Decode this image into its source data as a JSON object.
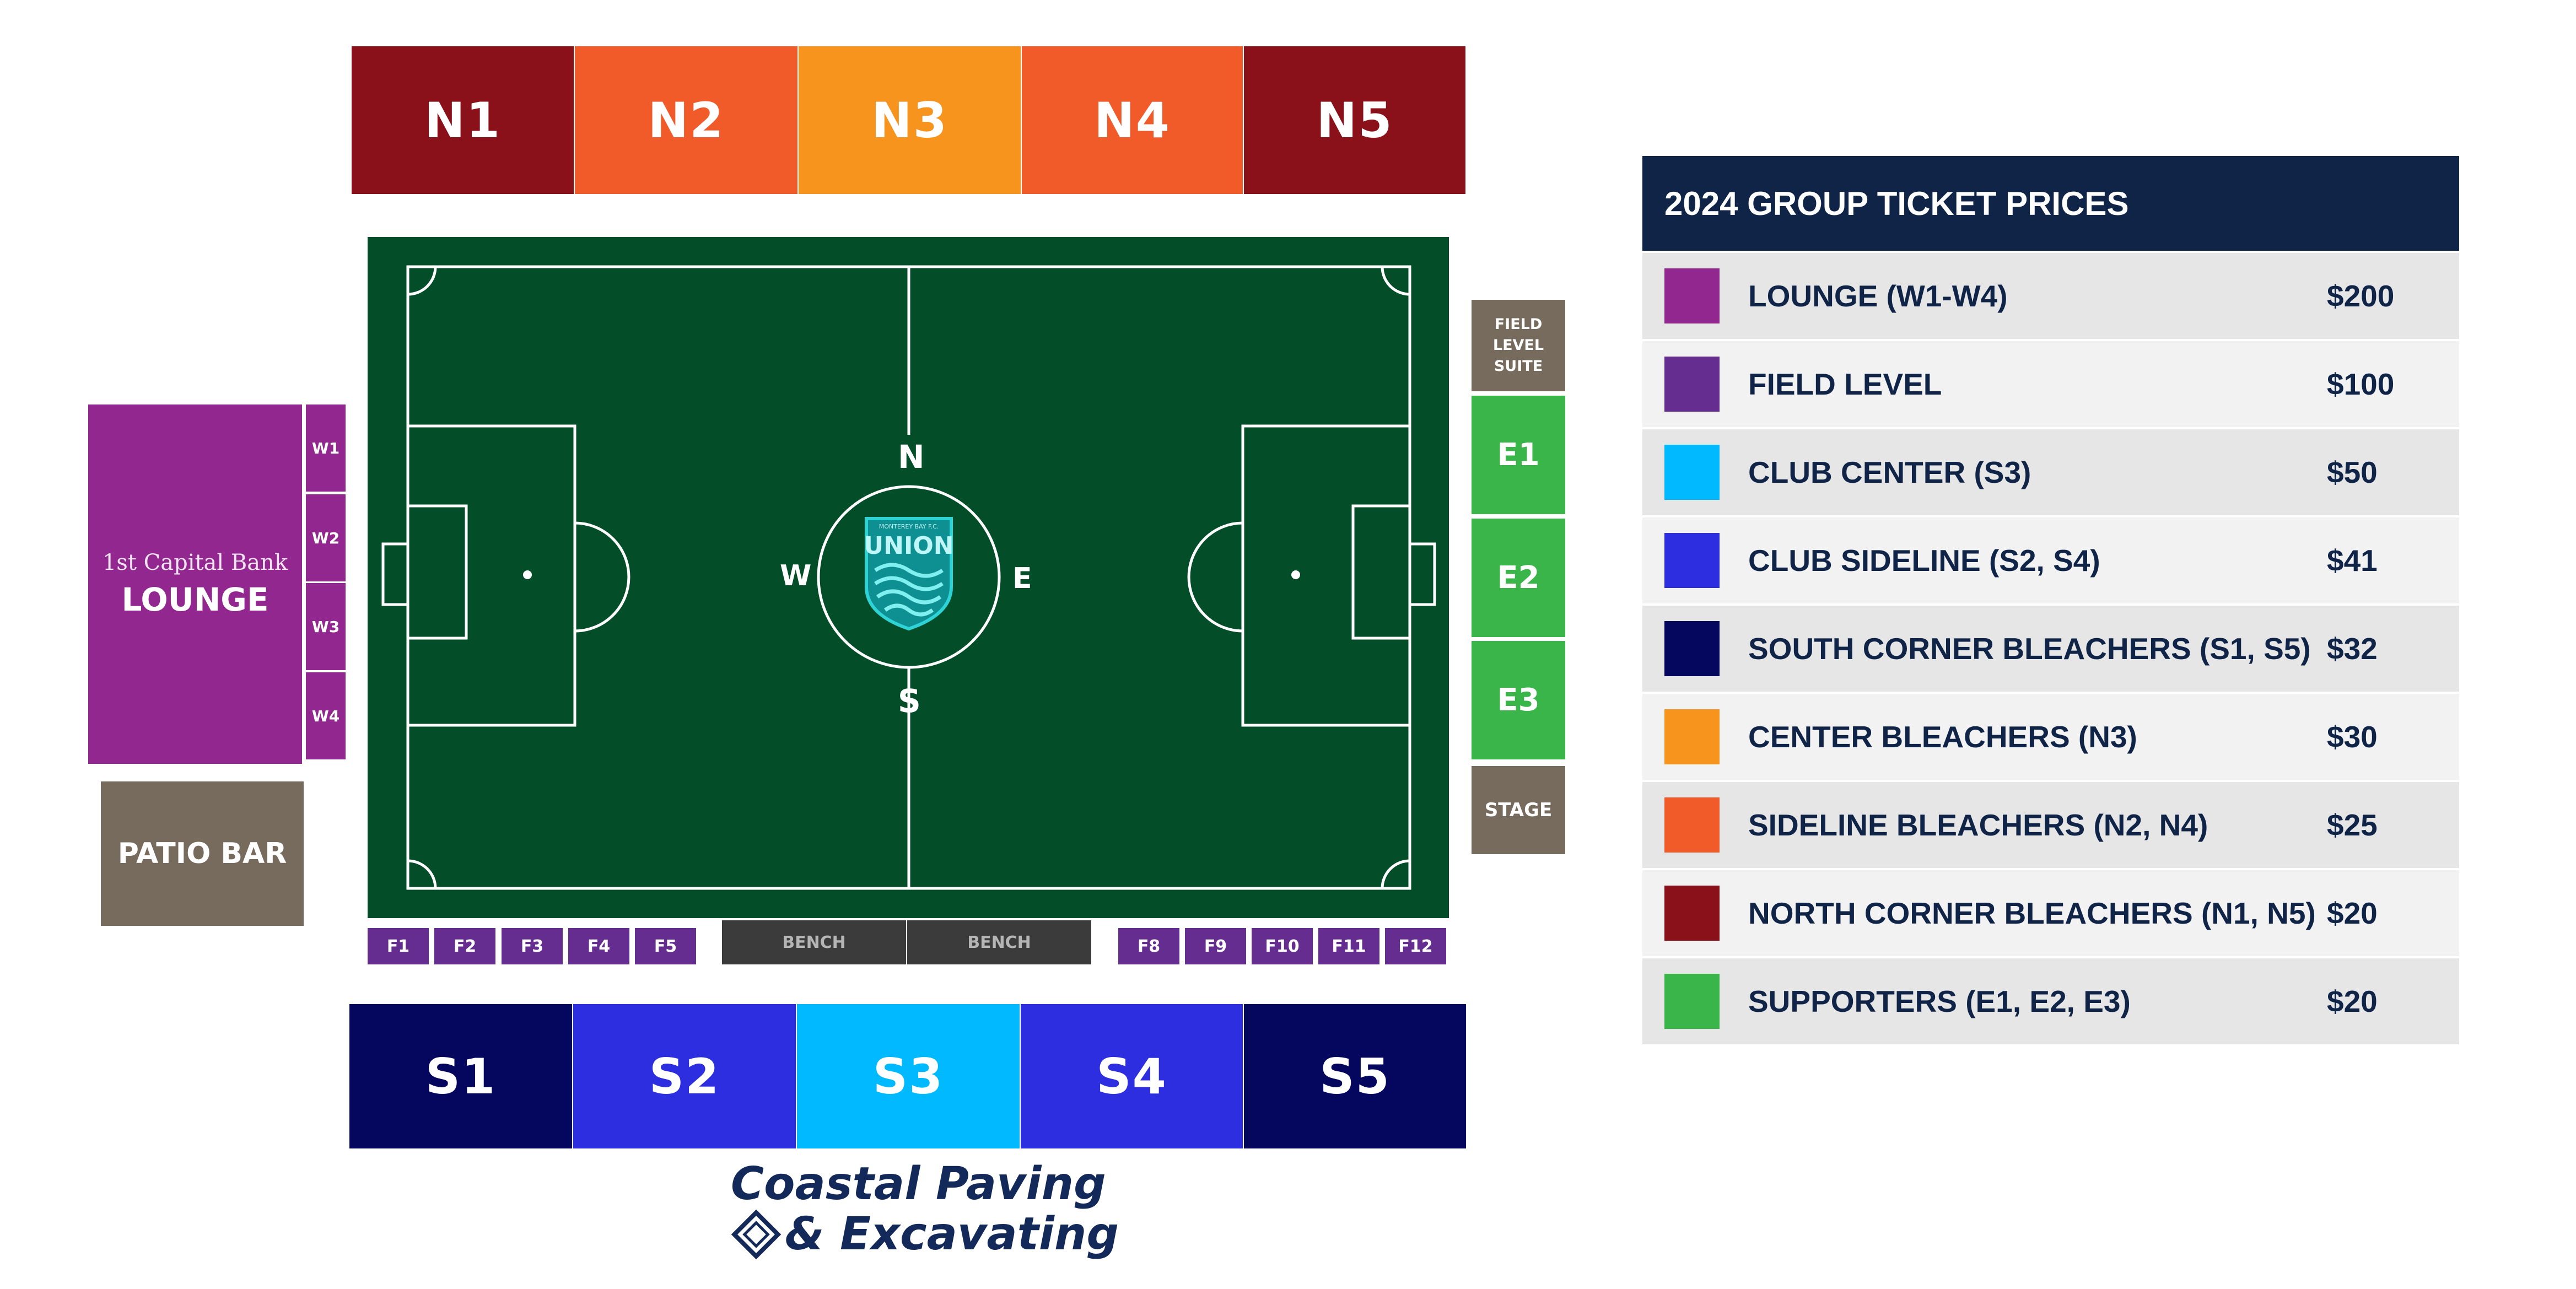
{
  "north_sections": [
    {
      "label": "N1",
      "color": "#8a1119"
    },
    {
      "label": "N2",
      "color": "#f15a29"
    },
    {
      "label": "N3",
      "color": "#f7941d"
    },
    {
      "label": "N4",
      "color": "#f15a29"
    },
    {
      "label": "N5",
      "color": "#8a1119"
    }
  ],
  "south_sections": [
    {
      "label": "S1",
      "color": "#05075f"
    },
    {
      "label": "S2",
      "color": "#2d2ee0"
    },
    {
      "label": "S3",
      "color": "#00b9ff"
    },
    {
      "label": "S4",
      "color": "#2d2ee0"
    },
    {
      "label": "S5",
      "color": "#05075f"
    }
  ],
  "field_boxes_left": [
    "F1",
    "F2",
    "F3",
    "F4",
    "F5"
  ],
  "field_boxes_right": [
    "F8",
    "F9",
    "F10",
    "F11",
    "F12"
  ],
  "benches": [
    "BENCH",
    "BENCH"
  ],
  "west": {
    "lounge_line1": "1st Capital Bank",
    "lounge_line2": "LOUNGE",
    "boxes": [
      "W1",
      "W2",
      "W3",
      "W4"
    ],
    "patio": "PATIO BAR"
  },
  "east": {
    "suite": "FIELD LEVEL SUITE",
    "boxes": [
      "E1",
      "E2",
      "E3"
    ],
    "stage": "STAGE"
  },
  "pitch": {
    "compass_n": "N",
    "compass_s": "S",
    "compass_w": "W",
    "compass_e": "E",
    "crest_text": "UNION",
    "crest_small": "MONTEREY BAY F.C."
  },
  "legend": {
    "title": "2024 GROUP TICKET PRICES",
    "rows": [
      {
        "name": "LOUNGE (W1-W4)",
        "price": "$200",
        "color": "#92278f"
      },
      {
        "name": "FIELD LEVEL",
        "price": "$100",
        "color": "#662d91"
      },
      {
        "name": "CLUB CENTER (S3)",
        "price": "$50",
        "color": "#00b9ff"
      },
      {
        "name": "CLUB SIDELINE (S2, S4)",
        "price": "$41",
        "color": "#2d2ee0"
      },
      {
        "name": "SOUTH CORNER BLEACHERS (S1, S5)",
        "price": "$32",
        "color": "#05075f"
      },
      {
        "name": "CENTER BLEACHERS (N3)",
        "price": "$30",
        "color": "#f7941d"
      },
      {
        "name": "SIDELINE BLEACHERS (N2, N4)",
        "price": "$25",
        "color": "#f15a29"
      },
      {
        "name": "NORTH CORNER BLEACHERS (N1, N5)",
        "price": "$20",
        "color": "#8a1119"
      },
      {
        "name": "SUPPORTERS (E1, E2, E3)",
        "price": "$20",
        "color": "#39b54a"
      }
    ]
  },
  "sponsor": {
    "line1": "Coastal Paving",
    "line2": "& Excavating"
  },
  "colors": {
    "pitch": "#034d28",
    "lounge": "#92278f",
    "field_level": "#662d91",
    "supporters": "#39b54a",
    "patio": "#776b5d",
    "bench": "#3b3b3b",
    "legend_header": "#0f2447",
    "row_dark": "#e6e6e6",
    "row_light": "#f3f2f2"
  }
}
